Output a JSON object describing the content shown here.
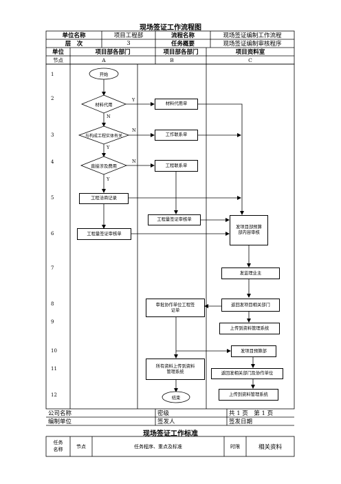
{
  "title": "现场签证工作流程图",
  "header": {
    "unit_name_label": "单位名称",
    "unit_name_value": "项目工程部",
    "process_name_label": "流程名称",
    "process_name_value": "现场签证编制工作流程",
    "level_label": "层　次",
    "level_value": "3",
    "task_summary_label": "任务概要",
    "task_summary_value": "现场签证编制审核程序"
  },
  "columns": {
    "unit_label": "单位",
    "col_a": "项目部各部门",
    "col_b": "项目部各部门",
    "col_c": "项目资料室",
    "node_label": "节点",
    "letter_a": "A",
    "letter_b": "B",
    "letter_c": "C"
  },
  "row_numbers": [
    "1",
    "2",
    "3",
    "4",
    "5",
    "6",
    "7",
    "8",
    "9",
    "10",
    "11",
    "12"
  ],
  "nodes": {
    "start": "开始",
    "d1": "材料代用",
    "d2": "与构成工程实体有关",
    "d3": "直接涉及费用",
    "record": "工程洽商记录",
    "sheet_a": "工程量签证审核单",
    "mat_sheet": "材料代用单",
    "contact1": "工作联系单",
    "contact2": "工程联系单",
    "sheet_b": "工程量签证审核单",
    "approve": "审批协作单位工程签证单",
    "upload_all": "所有资料上传到资料管理系统",
    "end": "结束",
    "c_budget": "发项目部预算部内容审核",
    "c_supervisor": "发监理业主",
    "c_return": "返回发项目相关部门",
    "c_upload1": "上传到资料管理系统",
    "c_budget2": "发项目预算部",
    "c_return2": "返回发相关部门及协作单位",
    "c_upload2": "上传到资料管理系统"
  },
  "edge_labels": {
    "y1": "Y",
    "n1": "N",
    "n2": "N",
    "y2": "Y",
    "n3": "N",
    "y3": "Y"
  },
  "footer": {
    "company_label": "公司名称",
    "secret_label": "密级",
    "pages": "共 1 页　第 1 页",
    "unit_label": "编制单位",
    "issuer_label": "签发人",
    "issue_date_label": "签发日期"
  },
  "standard": {
    "title": "现场签证工作标准",
    "col_task": "任务名称",
    "col_node": "节点",
    "col_proc": "任务程序、重点及标准",
    "col_time": "时限",
    "col_docs": "相关资料"
  }
}
